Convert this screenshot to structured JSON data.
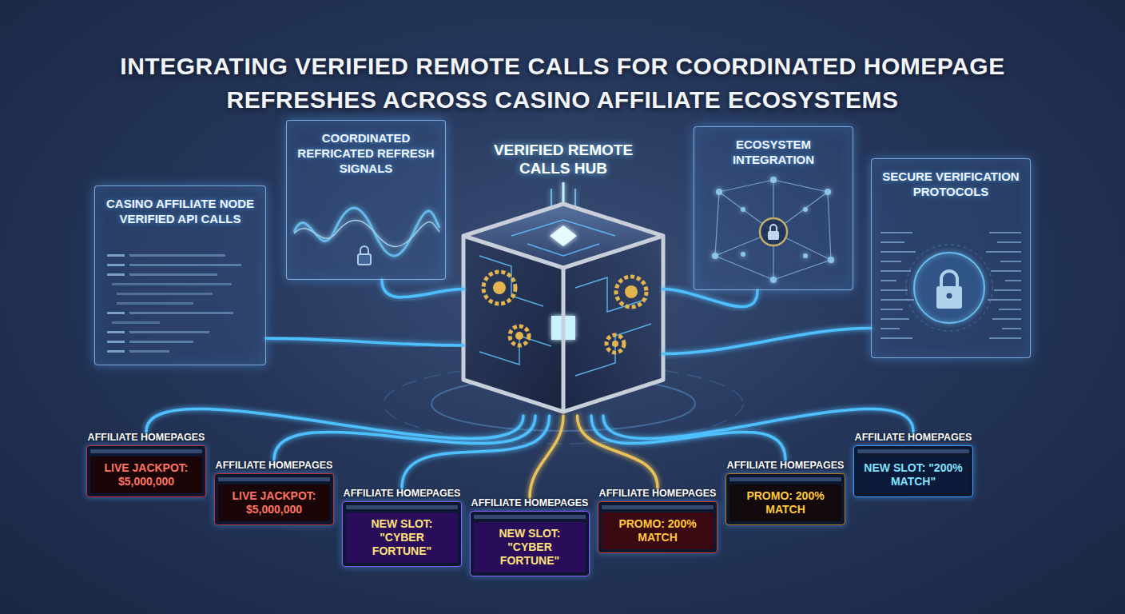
{
  "diagram": {
    "title": "INTEGRATING VERIFIED REMOTE CALLS FOR COORDINATED HOMEPAGE REFRESHES ACROSS CASINO AFFILIATE ECOSYSTEMS",
    "nodes": [
      {
        "text": [
          "CASINO AFFILIATE NODE VERIFIED API CALLS"
        ]
      },
      {
        "text": [
          "COORDINATED REFRICATED REFRESH SIGNALS"
        ]
      },
      {
        "text": [
          "VERIFIED REMOTE CALLS HUB"
        ]
      },
      {
        "text": [
          "ECOSYSTEM INTEGRATION"
        ]
      },
      {
        "text": [
          "SECURE VERIFICATION PROTOCOLS"
        ]
      },
      {
        "text": [
          "AFFILIATE HOMEPAGES",
          "LIVE JACKPOT: $5,000,000"
        ]
      },
      {
        "text": [
          "AFFILIATE HOMEPAGES",
          "LIVE JACKPOT: $5,000,000"
        ]
      },
      {
        "text": [
          "AFFILIATE HOMEPAGES",
          "NEW SLOT: \"CYBER FORTUNE\""
        ]
      },
      {
        "text": [
          "AFFILIATE HOMEPAGES",
          "NEW SLOT: \"CYBER FORTUNE\""
        ]
      },
      {
        "text": [
          "AFFILIATE HOMEPAGES",
          "PROMO: 200% MATCH"
        ]
      },
      {
        "text": [
          "AFFILIATE HOMEPAGES",
          "PROMO: 200% MATCH"
        ]
      },
      {
        "text": [
          "AFFILIATE HOMEPAGES",
          "NEW SLOT: \"200% MATCH\""
        ]
      }
    ],
    "edges": [
      {
        "from": 0,
        "to": 2,
        "arrow": "none"
      },
      {
        "from": 1,
        "to": 2,
        "arrow": "none"
      },
      {
        "from": 3,
        "to": 2,
        "arrow": "none"
      },
      {
        "from": 4,
        "to": 2,
        "arrow": "none"
      },
      {
        "from": 2,
        "to": 5,
        "arrow": "none"
      },
      {
        "from": 2,
        "to": 6,
        "arrow": "none"
      },
      {
        "from": 2,
        "to": 7,
        "arrow": "none"
      },
      {
        "from": 2,
        "to": 8,
        "arrow": "none"
      },
      {
        "from": 2,
        "to": 9,
        "arrow": "none"
      },
      {
        "from": 2,
        "to": 10,
        "arrow": "none"
      },
      {
        "from": 2,
        "to": 11,
        "arrow": "none"
      }
    ]
  }
}
